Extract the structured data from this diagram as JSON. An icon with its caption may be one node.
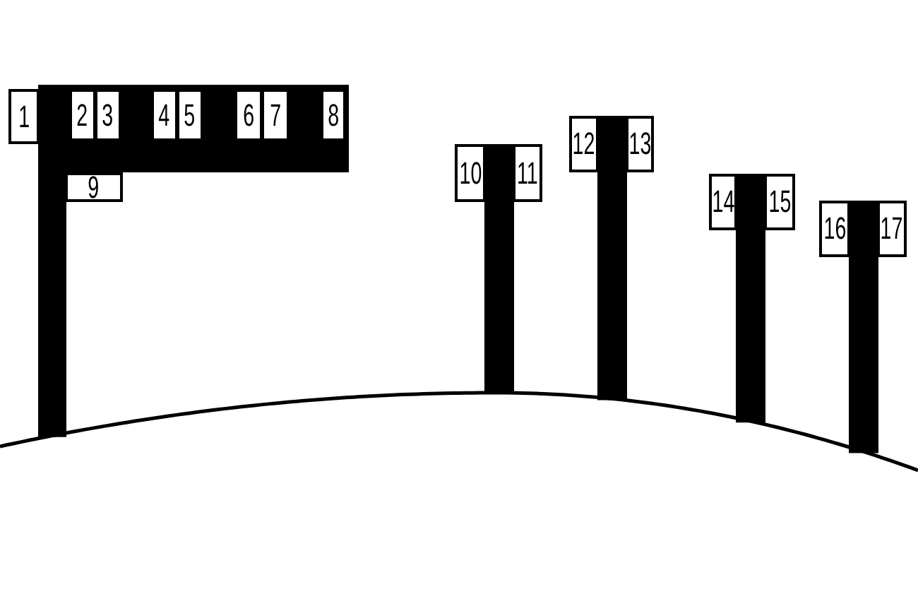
{
  "diagram": {
    "nodes": [
      {
        "text": [
          "1"
        ]
      },
      {
        "text": [
          "2"
        ]
      },
      {
        "text": [
          "3"
        ]
      },
      {
        "text": [
          "4"
        ]
      },
      {
        "text": [
          "5"
        ]
      },
      {
        "text": [
          "6"
        ]
      },
      {
        "text": [
          "7"
        ]
      },
      {
        "text": [
          "8"
        ]
      },
      {
        "text": [
          "9"
        ]
      },
      {
        "text": [
          "10"
        ]
      },
      {
        "text": [
          "11"
        ]
      },
      {
        "text": [
          "12"
        ]
      },
      {
        "text": [
          "13"
        ]
      },
      {
        "text": [
          "14"
        ]
      },
      {
        "text": [
          "15"
        ]
      },
      {
        "text": [
          "16"
        ]
      },
      {
        "text": [
          "17"
        ]
      }
    ]
  }
}
